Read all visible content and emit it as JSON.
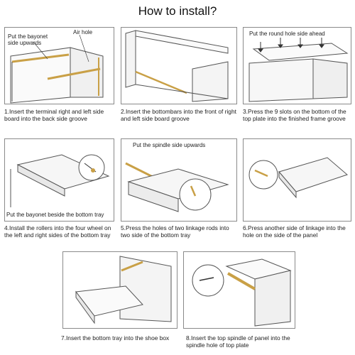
{
  "title": "How to install?",
  "steps": [
    {
      "caption": "1.Insert the terminal right and left side board into the back side groove",
      "labels": {
        "bayonet": "Put the bayonet side upwards",
        "air_hole": "Air hole"
      }
    },
    {
      "caption": "2.Insert the bottombars into the front of right and left side board groove"
    },
    {
      "caption": "3.Press the 9 slots on the bottom of the top plate into the finished frame groove",
      "labels": {
        "round_hole": "Put the round hole side ahead"
      }
    },
    {
      "caption": "4.Install the rollers into the four wheel on the left and right sides of the bottom tray",
      "labels": {
        "bayonet_tray": "Put the bayonet beside the bottom tray"
      }
    },
    {
      "caption": "5.Press the holes of two linkage rods into two side of the bottom tray",
      "labels": {
        "spindle": "Put the spindle side upwards"
      }
    },
    {
      "caption": "6.Press another side of linkage into the hole on the side of the panel"
    },
    {
      "caption": "7.Insert the bottom tray into the shoe box"
    },
    {
      "caption": "8.Insert the top spindle of panel into the spindle hole of top plate"
    }
  ],
  "colors": {
    "accent": "#c9a046",
    "line": "#555555",
    "panel_border": "#8a8a8a"
  }
}
